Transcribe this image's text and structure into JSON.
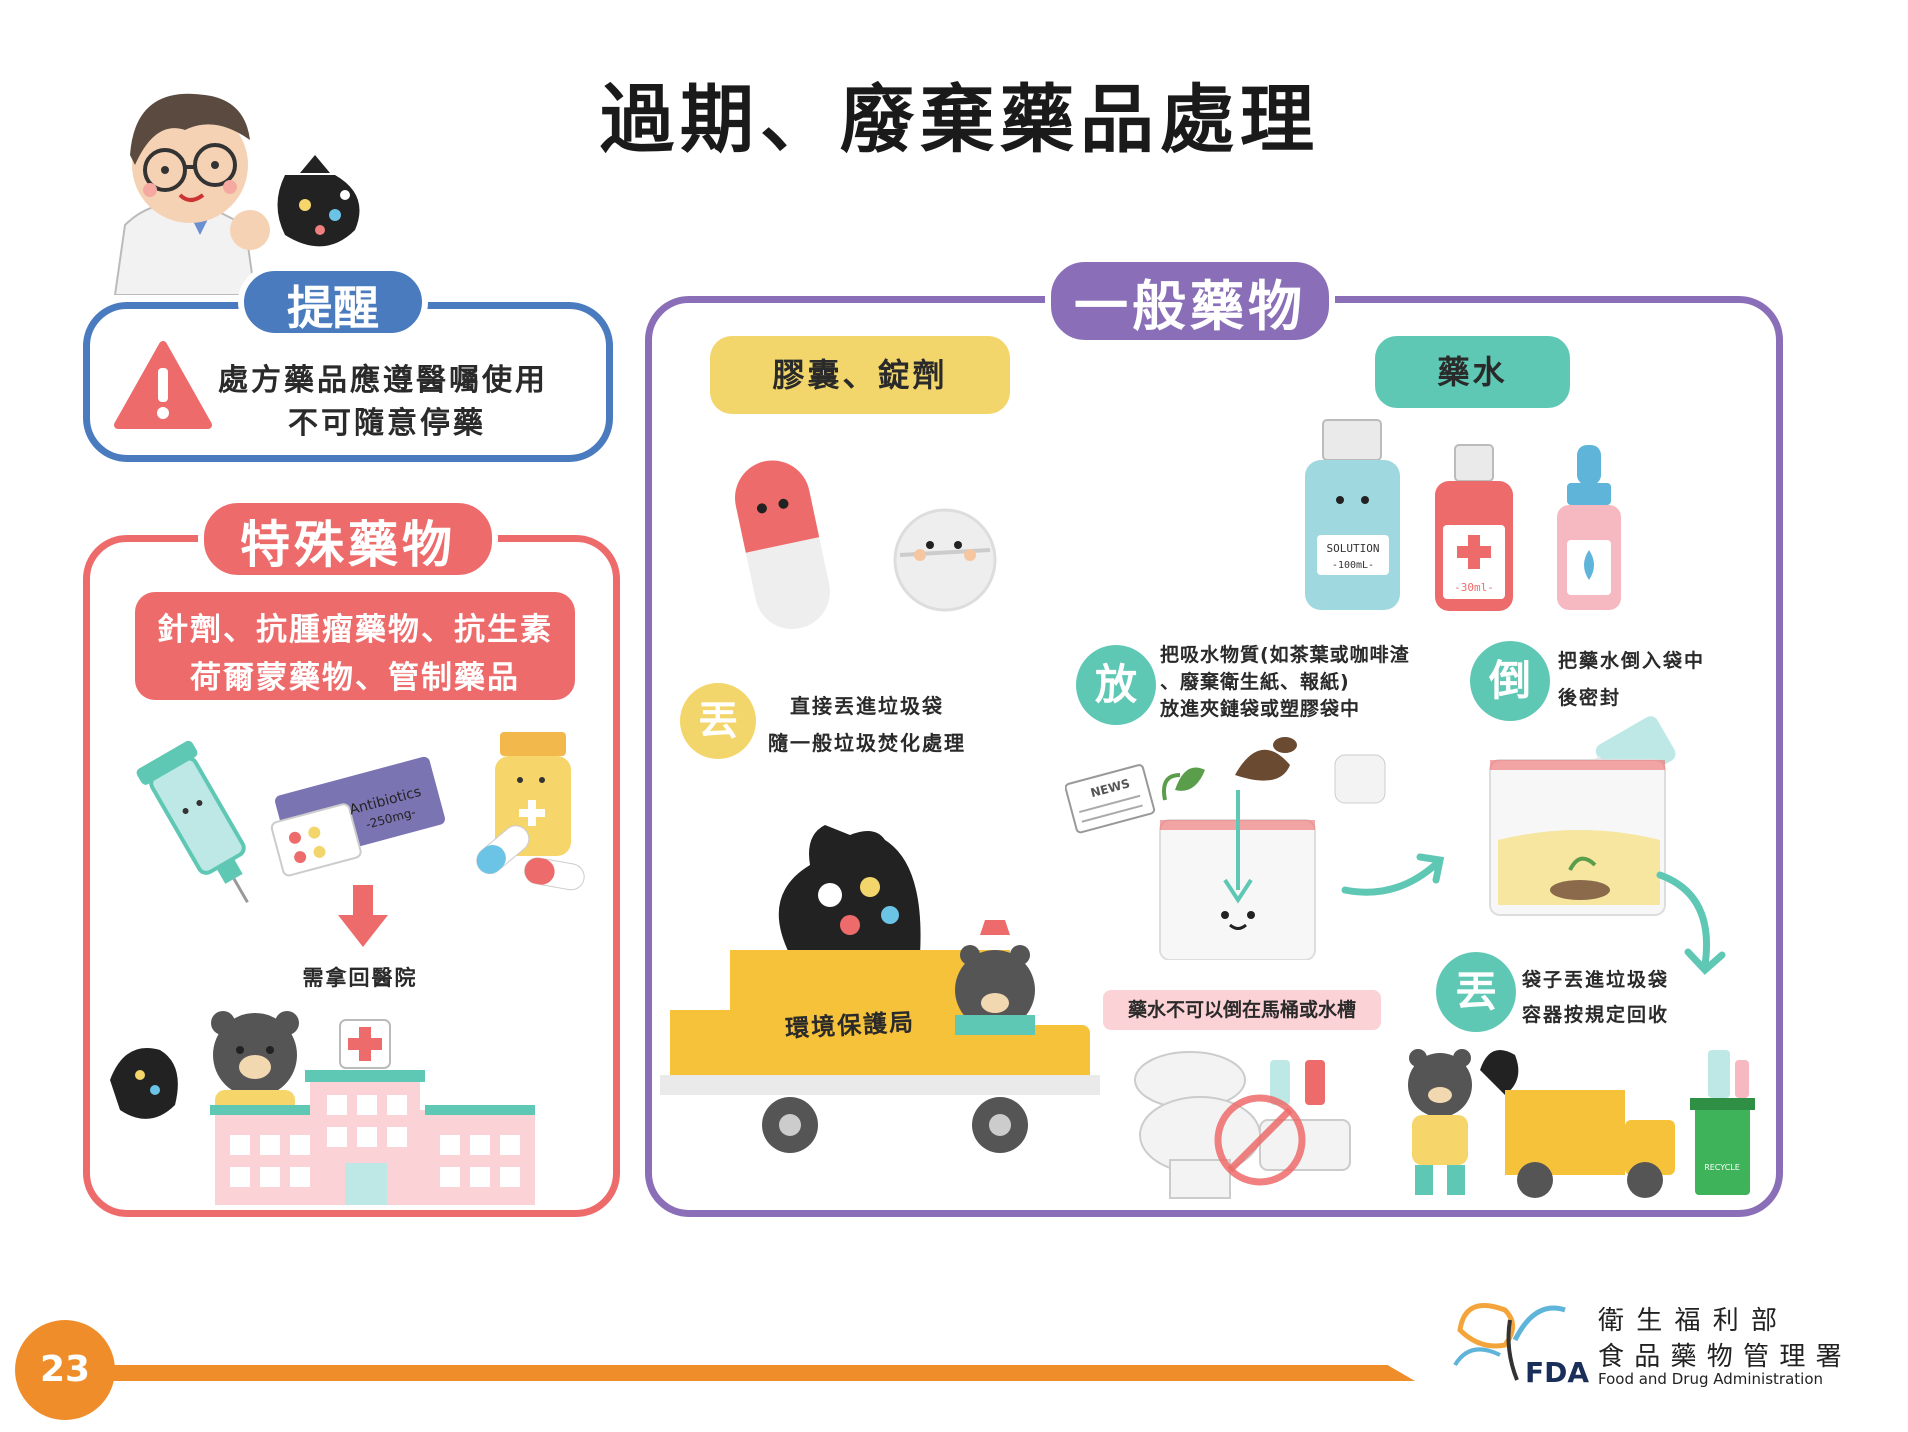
{
  "page_title": "過期、廢棄藥品處理",
  "reminder": {
    "tag": "提醒",
    "line1": "處方藥品應遵醫囑使用",
    "line2": "不可隨意停藥"
  },
  "special": {
    "tag": "特殊藥物",
    "line1": "針劑、抗腫瘤藥物、抗生素",
    "line2": "荷爾蒙藥物、管制藥品",
    "return_note": "需拿回醫院",
    "box_label1": "Antibiotics",
    "box_label2": "-250mg-"
  },
  "general": {
    "tag": "一般藥物",
    "capsule_tag": "膠囊、錠劑",
    "liquid_tag": "藥水",
    "throw_badge": "丟",
    "throw_line1": "直接丟進垃圾袋",
    "throw_line2": "隨一般垃圾焚化處理",
    "truck_label": "環境保護局",
    "put_badge": "放",
    "put_line1": "把吸水物質(如茶葉或咖啡渣",
    "put_line2": "、廢棄衛生紙、報紙)",
    "put_line3": "放進夾鏈袋或塑膠袋中",
    "pour_badge": "倒",
    "pour_line1": "把藥水倒入袋中",
    "pour_line2": "後密封",
    "warning": "藥水不可以倒在馬桶或水槽",
    "bag_badge": "丟",
    "bag_line1": "袋子丟進垃圾袋",
    "bag_line2": "容器按規定回收",
    "bottle_label1": "SOLUTION",
    "bottle_label2": "-100mL-",
    "bottle2_label": "-30ml-",
    "news_label": "NEWS",
    "recycle_label": "RECYCLE"
  },
  "footer": {
    "page_number": "23",
    "org_line1": "衛 生 福 利 部",
    "org_line2": "食 品 藥 物 管 理 署",
    "org_line3": "Food and Drug Administration",
    "logo_text": "FDA"
  },
  "colors": {
    "blue": "#4a7bbf",
    "red": "#ee6b6b",
    "purple": "#8a6fb8",
    "yellow": "#f3d66b",
    "teal": "#5fc8b5",
    "orange": "#ef8d2b"
  }
}
